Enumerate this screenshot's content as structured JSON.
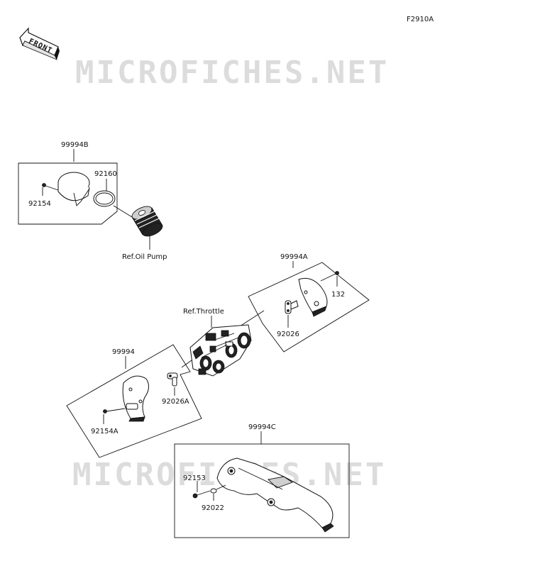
{
  "figure_code": "F2910A",
  "front_label": "FRONT",
  "watermark": "MICROFICHES.NET",
  "refs": {
    "oil_pump": "Ref.Oil Pump",
    "throttle": "Ref.Throttle"
  },
  "groups": {
    "g99994B": {
      "title": "99994B",
      "parts": {
        "p92160": "92160",
        "p92154": "92154"
      }
    },
    "g99994A": {
      "title": "99994A",
      "parts": {
        "p132": "132",
        "p92026": "92026"
      }
    },
    "g99994": {
      "title": "99994",
      "parts": {
        "p92026A": "92026A",
        "p92154A": "92154A"
      }
    },
    "g99994C": {
      "title": "99994C",
      "parts": {
        "p92153": "92153",
        "p92022": "92022"
      }
    }
  }
}
